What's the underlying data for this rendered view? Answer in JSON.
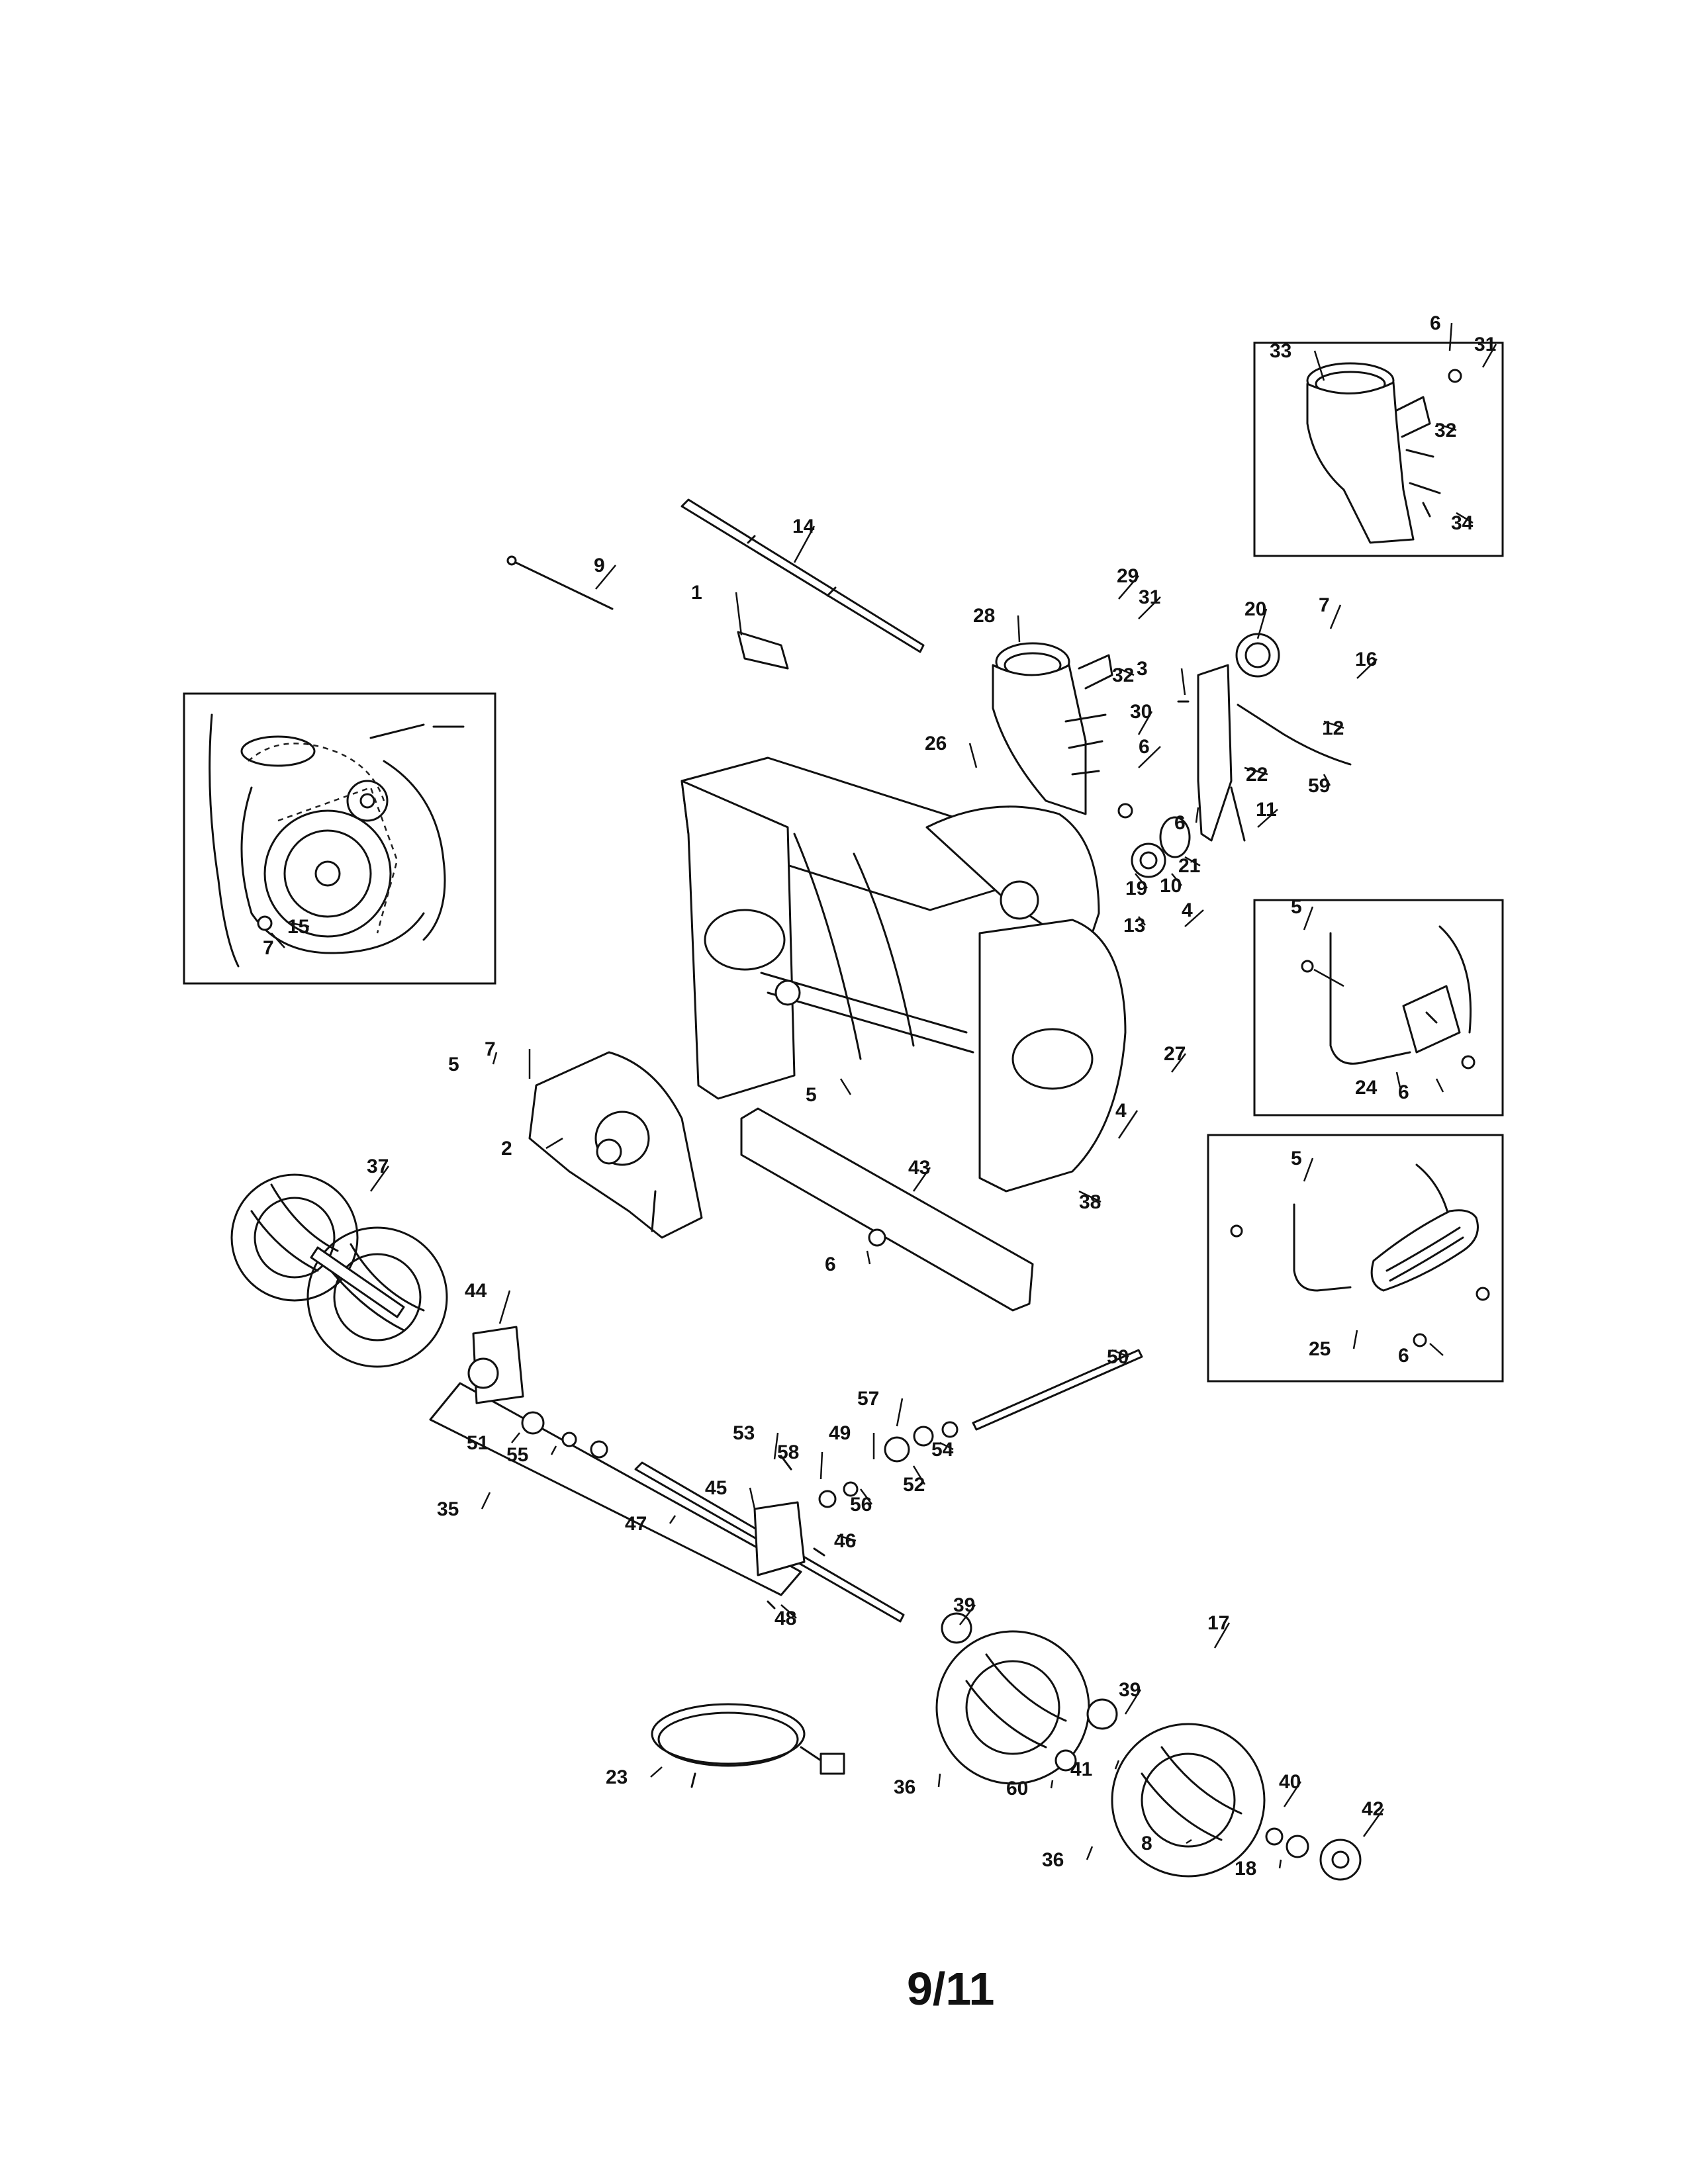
{
  "page_label": "9/11",
  "callouts": [
    "1",
    "2",
    "3",
    "4",
    "5",
    "6",
    "7",
    "8",
    "9",
    "10",
    "11",
    "12",
    "13",
    "14",
    "15",
    "16",
    "17",
    "18",
    "19",
    "20",
    "21",
    "22",
    "23",
    "24",
    "25",
    "26",
    "27",
    "28",
    "29",
    "30",
    "31",
    "32",
    "33",
    "34",
    "35",
    "36",
    "37",
    "38",
    "39",
    "40",
    "41",
    "42",
    "43",
    "44",
    "45",
    "46",
    "47",
    "48",
    "49",
    "50",
    "51",
    "52",
    "53",
    "54",
    "55",
    "56",
    "57",
    "58",
    "59",
    "60"
  ],
  "insets": [
    "chute-alternate-detail",
    "belt-pulley-detail",
    "shave-plate-skid-detail",
    "oval-skid-detail"
  ]
}
